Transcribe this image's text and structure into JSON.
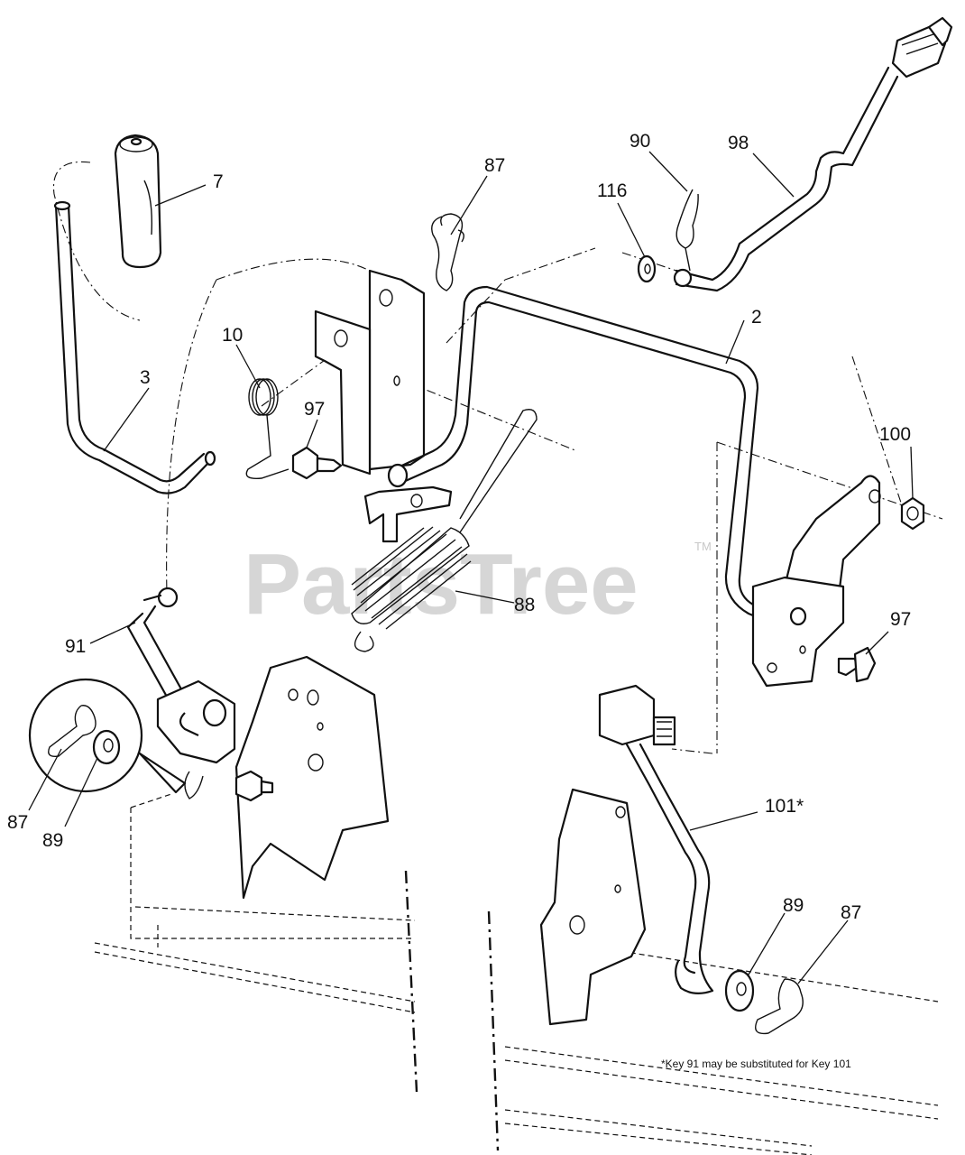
{
  "watermark": {
    "text": "PartsTree",
    "trademark": "TM"
  },
  "callouts": {
    "grip": "7",
    "lift_handle": "3",
    "torsion_spring": "10",
    "hair_pin_top": "87",
    "bolt_left": "97",
    "washer_top": "116",
    "cotter_pin": "90",
    "lift_link": "98",
    "lift_shaft": "2",
    "nut": "100",
    "bolt_right": "97",
    "extension_spring": "88",
    "rod_left": "91",
    "hair_pin_left": "87",
    "washer_left": "89",
    "rod_right": "101*",
    "washer_right": "89",
    "hair_pin_right": "87"
  },
  "footnote": "*Key 91 may be substituted for Key 101"
}
